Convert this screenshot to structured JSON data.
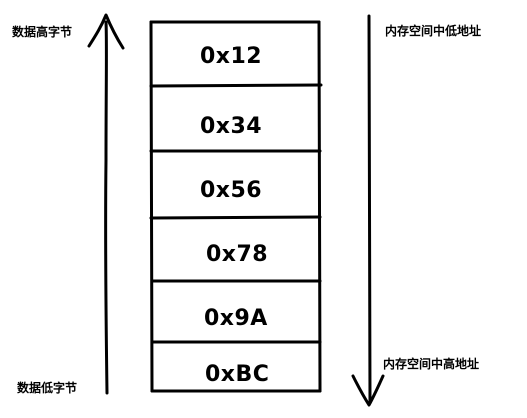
{
  "labels": {
    "high_byte": "数据高字节",
    "low_byte": "数据低字节",
    "low_address": "内存空间中低地址",
    "high_address": "内存空间中高地址"
  },
  "cells": [
    "0x12",
    "0x34",
    "0x56",
    "0x78",
    "0x9A",
    "0xBC"
  ],
  "colors": {
    "ink": "#000000",
    "background": "#ffffff"
  }
}
